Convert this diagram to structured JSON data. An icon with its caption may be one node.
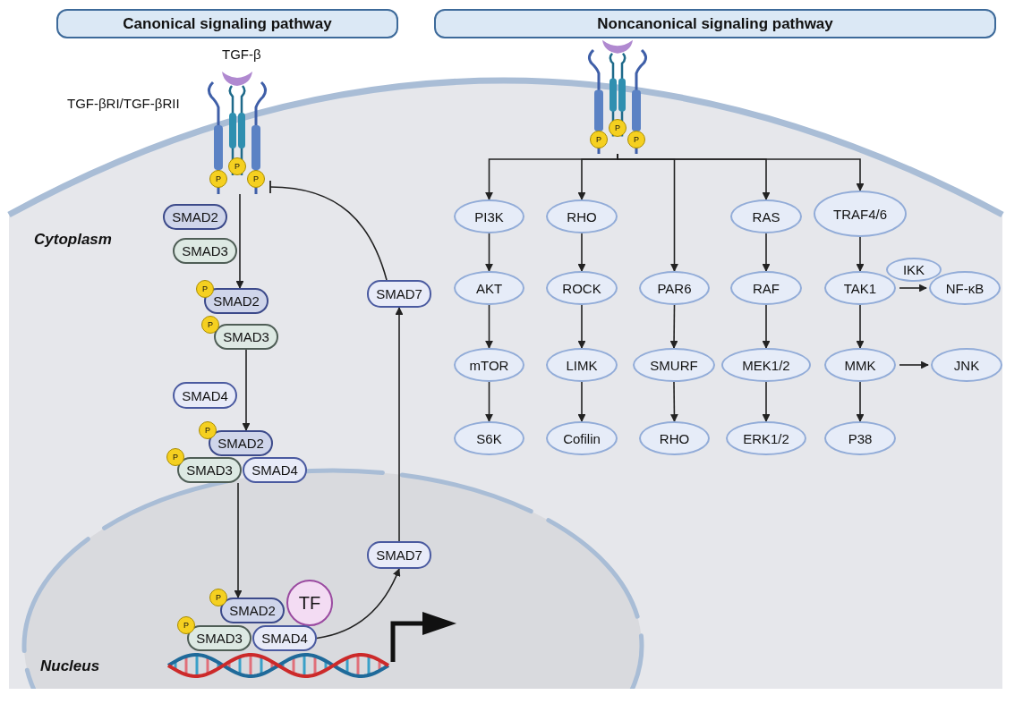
{
  "diagram": {
    "nodes": [
      {
        "text": [
          "Canonical signaling pathway"
        ]
      },
      {
        "text": [
          "Noncanonical signaling pathway"
        ]
      },
      {
        "text": [],
        "shape": "picture",
        "beside": [
          "TGF-β",
          "TGF-βRI/TGF-βRII"
        ]
      },
      {
        "text": [
          "P"
        ],
        "in": 2
      },
      {
        "text": [
          "P"
        ],
        "in": 2
      },
      {
        "text": [
          "P"
        ],
        "in": 2
      },
      {
        "text": [
          "SMAD2"
        ]
      },
      {
        "text": [
          "SMAD3"
        ]
      },
      {
        "text": [
          "P"
        ]
      },
      {
        "text": [
          "SMAD2"
        ]
      },
      {
        "text": [
          "P"
        ]
      },
      {
        "text": [
          "SMAD3"
        ]
      },
      {
        "text": [
          "SMAD7"
        ]
      },
      {
        "text": [
          "SMAD4"
        ]
      },
      {
        "text": [
          "P"
        ]
      },
      {
        "text": [
          "SMAD2"
        ]
      },
      {
        "text": [
          "P"
        ]
      },
      {
        "text": [
          "SMAD3"
        ]
      },
      {
        "text": [
          "SMAD4"
        ]
      },
      {
        "text": [
          "SMAD7"
        ]
      },
      {
        "text": [
          "P"
        ]
      },
      {
        "text": [
          "SMAD2"
        ]
      },
      {
        "text": [
          "TF"
        ]
      },
      {
        "text": [
          "P"
        ]
      },
      {
        "text": [
          "SMAD3"
        ]
      },
      {
        "text": [
          "SMAD4"
        ]
      },
      {
        "text": [],
        "shape": "picture"
      },
      {
        "text": [
          "P"
        ],
        "in": 26
      },
      {
        "text": [
          "P"
        ],
        "in": 26
      },
      {
        "text": [
          "P"
        ],
        "in": 26
      },
      {
        "text": [
          "PI3K"
        ]
      },
      {
        "text": [
          "RHO"
        ]
      },
      {
        "text": [
          "RAS"
        ]
      },
      {
        "text": [
          "TRAF4/6"
        ]
      },
      {
        "text": [
          "AKT"
        ]
      },
      {
        "text": [
          "ROCK"
        ]
      },
      {
        "text": [
          "PAR6"
        ]
      },
      {
        "text": [
          "RAF"
        ]
      },
      {
        "text": [
          "TAK1"
        ]
      },
      {
        "text": [
          "IKK"
        ]
      },
      {
        "text": [
          "NF-κB"
        ]
      },
      {
        "text": [
          "mTOR"
        ]
      },
      {
        "text": [
          "LIMK"
        ]
      },
      {
        "text": [
          "SMURF"
        ]
      },
      {
        "text": [
          "MEK1/2"
        ]
      },
      {
        "text": [
          "MMK"
        ]
      },
      {
        "text": [
          "JNK"
        ]
      },
      {
        "text": [
          "S6K"
        ]
      },
      {
        "text": [
          "Cofilin"
        ]
      },
      {
        "text": [
          "RHO"
        ]
      },
      {
        "text": [
          "ERK1/2"
        ]
      },
      {
        "text": [
          "P38"
        ]
      }
    ],
    "edges": [
      {
        "from": 2,
        "to": 9,
        "arrow": "to"
      },
      {
        "from": 11,
        "to": 15,
        "arrow": "to"
      },
      {
        "from": 17,
        "to": 21,
        "arrow": "to"
      },
      {
        "from": 25,
        "to": 19,
        "arrow": "to"
      },
      {
        "from": 19,
        "to": 12,
        "arrow": "to"
      },
      {
        "from": 12,
        "to": 2,
        "arrow": "other"
      },
      {
        "from": 26,
        "to": 30,
        "arrow": "to"
      },
      {
        "from": 26,
        "to": 31,
        "arrow": "to"
      },
      {
        "from": 26,
        "to": 36,
        "arrow": "to"
      },
      {
        "from": 26,
        "to": 32,
        "arrow": "to"
      },
      {
        "from": 26,
        "to": 33,
        "arrow": "to"
      },
      {
        "from": 30,
        "to": 34,
        "arrow": "to"
      },
      {
        "from": 34,
        "to": 41,
        "arrow": "to"
      },
      {
        "from": 41,
        "to": 47,
        "arrow": "to"
      },
      {
        "from": 31,
        "to": 35,
        "arrow": "to"
      },
      {
        "from": 35,
        "to": 42,
        "arrow": "to"
      },
      {
        "from": 42,
        "to": 48,
        "arrow": "to"
      },
      {
        "from": 36,
        "to": 43,
        "arrow": "to"
      },
      {
        "from": 43,
        "to": 49,
        "arrow": "to"
      },
      {
        "from": 32,
        "to": 37,
        "arrow": "to"
      },
      {
        "from": 37,
        "to": 44,
        "arrow": "to"
      },
      {
        "from": 44,
        "to": 50,
        "arrow": "to"
      },
      {
        "from": 33,
        "to": 38,
        "arrow": "to"
      },
      {
        "from": 38,
        "to": 40,
        "arrow": "to"
      },
      {
        "from": 38,
        "to": 45,
        "arrow": "to"
      },
      {
        "from": 45,
        "to": 46,
        "arrow": "to"
      },
      {
        "from": 45,
        "to": 51,
        "arrow": "to"
      }
    ],
    "labels": [
      "Cytoplasm",
      "Nucleus"
    ]
  }
}
